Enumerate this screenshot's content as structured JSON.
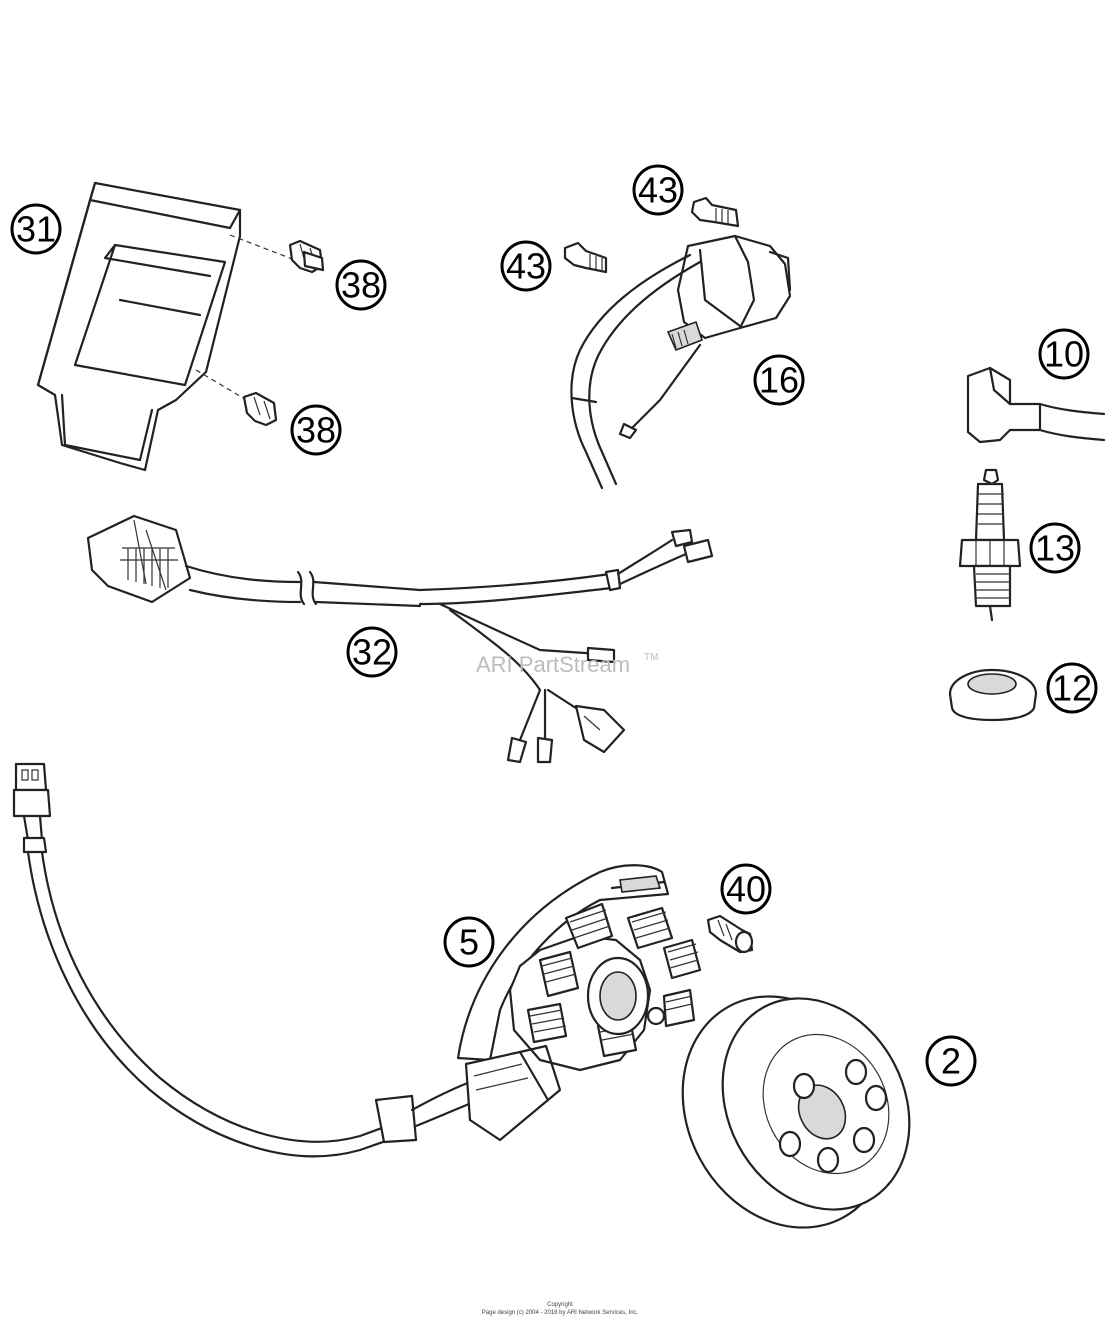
{
  "callouts": {
    "c31": "31",
    "c38a": "38",
    "c38b": "38",
    "c43a": "43",
    "c43b": "43",
    "c16": "16",
    "c10": "10",
    "c13": "13",
    "c12": "12",
    "c32": "32",
    "c40": "40",
    "c5": "5",
    "c2": "2"
  },
  "watermark": {
    "text": "ARI PartStream",
    "tm": "TM"
  },
  "footer": {
    "line1": "Copyright",
    "line2": "Page design (c) 2004 - 2018 by ARI Network Services, Inc."
  }
}
